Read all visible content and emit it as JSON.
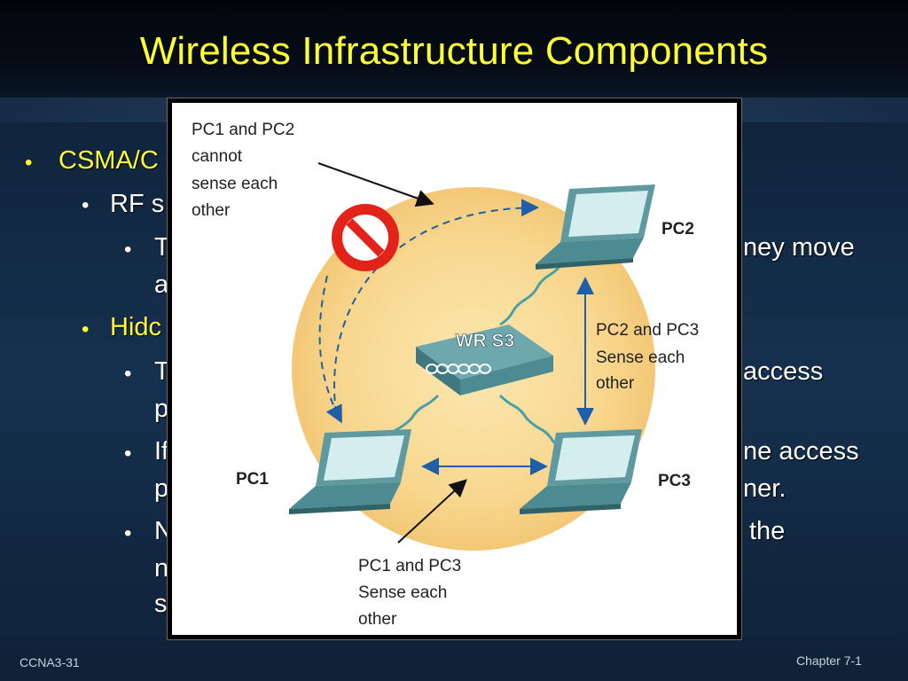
{
  "slide": {
    "title": "Wireless Infrastructure Components",
    "footer_left": "CCNA3-31",
    "footer_right": "Chapter 7-1"
  },
  "bullets": [
    {
      "text": "CSMA/C",
      "level": 1,
      "color": "#ffff33"
    },
    {
      "text": "RF s",
      "level": 2,
      "color": "#ffffff"
    },
    {
      "text": "T",
      "level": 3,
      "color": "#ffffff"
    },
    {
      "text": "ney move",
      "level": 3,
      "color": "#ffffff"
    },
    {
      "text": "a",
      "level": 3,
      "color": "#ffffff"
    },
    {
      "text": "Hidc",
      "level": 2,
      "color": "#ffff33"
    },
    {
      "text": "T",
      "level": 3,
      "color": "#ffffff"
    },
    {
      "text": "access",
      "level": 3,
      "color": "#ffffff"
    },
    {
      "text": "p",
      "level": 3,
      "color": "#ffffff"
    },
    {
      "text": "If",
      "level": 3,
      "color": "#ffffff"
    },
    {
      "text": "ne access",
      "level": 3,
      "color": "#ffffff"
    },
    {
      "text": "p",
      "level": 3,
      "color": "#ffffff"
    },
    {
      "text": "ner.",
      "level": 3,
      "color": "#ffffff"
    },
    {
      "text": "N",
      "level": 3,
      "color": "#ffffff"
    },
    {
      "text": "the",
      "level": 3,
      "color": "#ffffff"
    },
    {
      "text": "n",
      "level": 3,
      "color": "#ffffff"
    },
    {
      "text": "s",
      "level": 3,
      "color": "#ffffff"
    }
  ],
  "diagram": {
    "label_pc1_pc2_line1": "PC1 and PC2",
    "label_pc1_pc2_line2": "cannot",
    "label_pc1_pc2_line3": "sense each",
    "label_pc1_pc2_line4": "other",
    "label_pc2_pc3_line1": "PC2 and PC3",
    "label_pc2_pc3_line2": "Sense each",
    "label_pc2_pc3_line3": "other",
    "label_pc1_pc3_line1": "PC1 and PC3",
    "label_pc1_pc3_line2": "Sense each",
    "label_pc1_pc3_line3": "other",
    "node_ap": "WR S3",
    "node_pc1": "PC1",
    "node_pc2": "PC2",
    "node_pc3": "PC3",
    "icons": [
      "no-entry-icon",
      "laptop-icon",
      "access-point-icon"
    ],
    "colors": {
      "coverage": "#f7d58a",
      "arrow": "#1f5fa8",
      "no_entry": "#e2231a",
      "device": "#5f9aa0"
    }
  }
}
